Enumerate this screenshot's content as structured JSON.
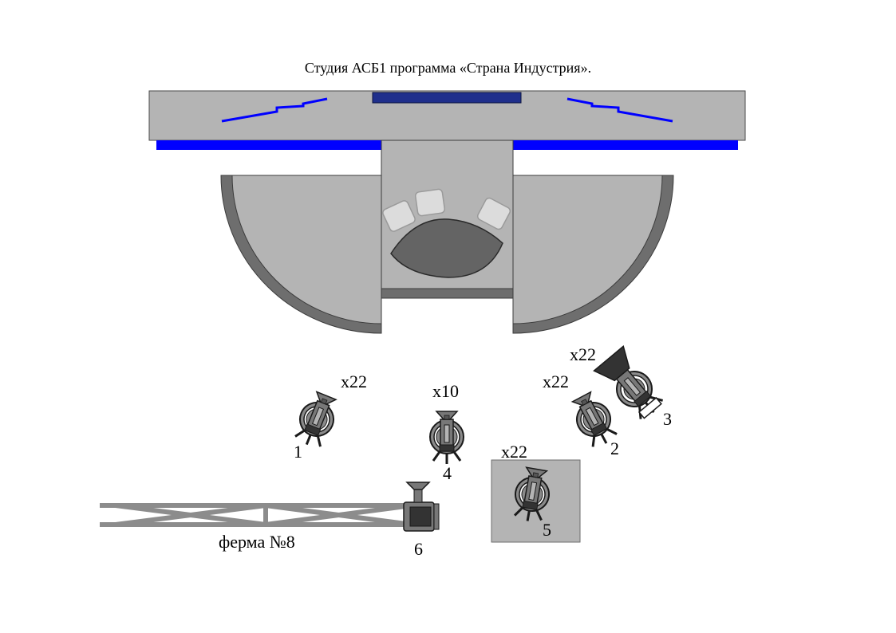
{
  "title": "Студия АСБ1 программа «Страна Индустрия».",
  "colors": {
    "set": "#b4b4b4",
    "set_edge": "#6e6e6e",
    "blue": "#0000ff",
    "navy": "#1f2f8c",
    "table": "#646464",
    "chair": "#dcdcdc",
    "truss": "#8c8c8c",
    "camera_body": "#787878"
  },
  "cameras": [
    {
      "number": "1",
      "lens": "x22"
    },
    {
      "number": "2",
      "lens": "x22"
    },
    {
      "number": "3",
      "lens": "x22"
    },
    {
      "number": "4",
      "lens": "x10"
    },
    {
      "number": "5",
      "lens": "x22"
    },
    {
      "number": "6",
      "lens": ""
    }
  ],
  "truss_label": "ферма №8"
}
